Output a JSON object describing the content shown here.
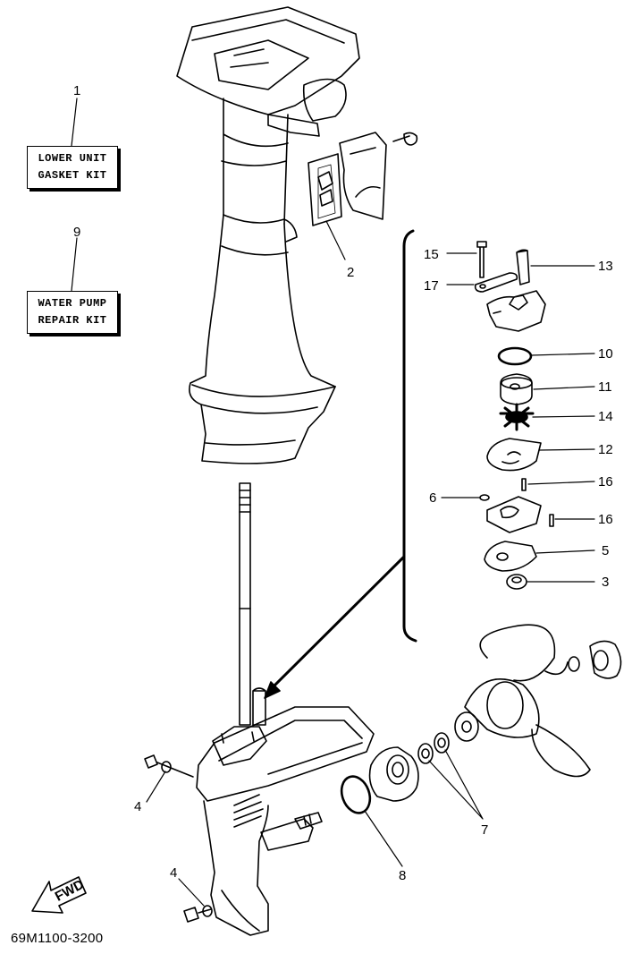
{
  "kits": [
    {
      "ref": "1",
      "line1": "LOWER UNIT",
      "line2": "GASKET KIT"
    },
    {
      "ref": "9",
      "line1": "WATER PUMP",
      "line2": "REPAIR KIT"
    }
  ],
  "callouts": [
    "1",
    "9",
    "2",
    "15",
    "13",
    "17",
    "10",
    "11",
    "14",
    "12",
    "16",
    "6",
    "16",
    "5",
    "3",
    "4",
    "8",
    "7",
    "4"
  ],
  "fwd_label": "FWD",
  "diagram_code": "69M1100-3200"
}
